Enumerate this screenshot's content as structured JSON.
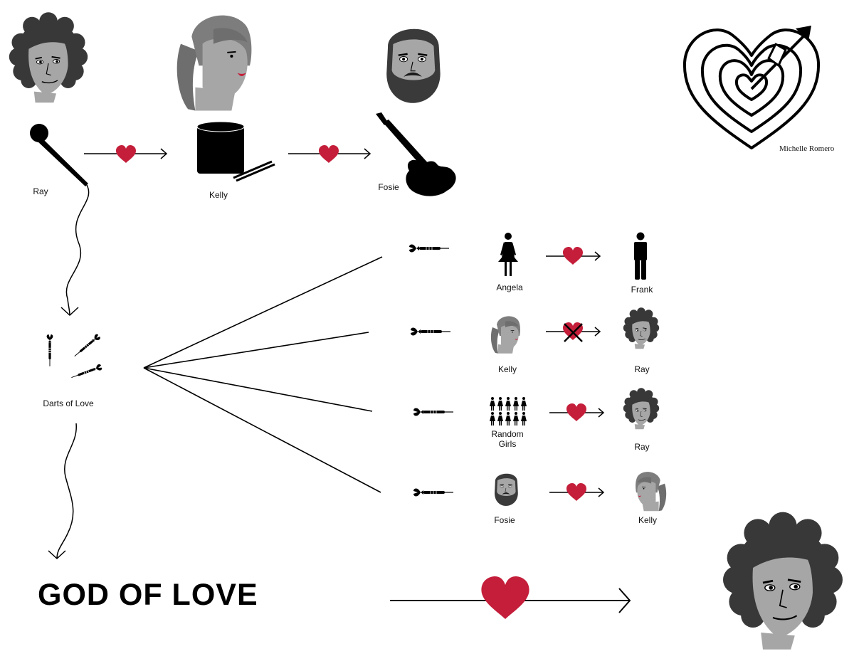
{
  "credit": "Michelle Romero",
  "title": "GOD OF LOVE",
  "colors": {
    "heart": "#c41e3a",
    "ink": "#000000",
    "skin": "#a6a6a6",
    "hair_dark": "#3a3a3a",
    "hair_light": "#808080"
  },
  "band": {
    "ray_label": "Ray",
    "kelly_label": "Kelly",
    "fosie_label": "Fosie"
  },
  "hub_label": "Darts of Love",
  "pairs": [
    {
      "from": "Angela",
      "to": "Frank",
      "crossed": false
    },
    {
      "from": "Kelly",
      "to": "Ray",
      "crossed": true
    },
    {
      "from": "Random Girls",
      "to": "Ray",
      "crossed": false
    },
    {
      "from": "Fosie",
      "to": "Kelly",
      "crossed": false
    }
  ],
  "icons": [
    "ray-face-icon",
    "kelly-face-icon",
    "fosie-face-icon",
    "heart-target-icon",
    "microphone-icon",
    "drum-icon",
    "guitar-icon",
    "darts-icon",
    "dart-icon",
    "woman-icon",
    "man-icon",
    "heart-icon",
    "arrow-icon"
  ]
}
